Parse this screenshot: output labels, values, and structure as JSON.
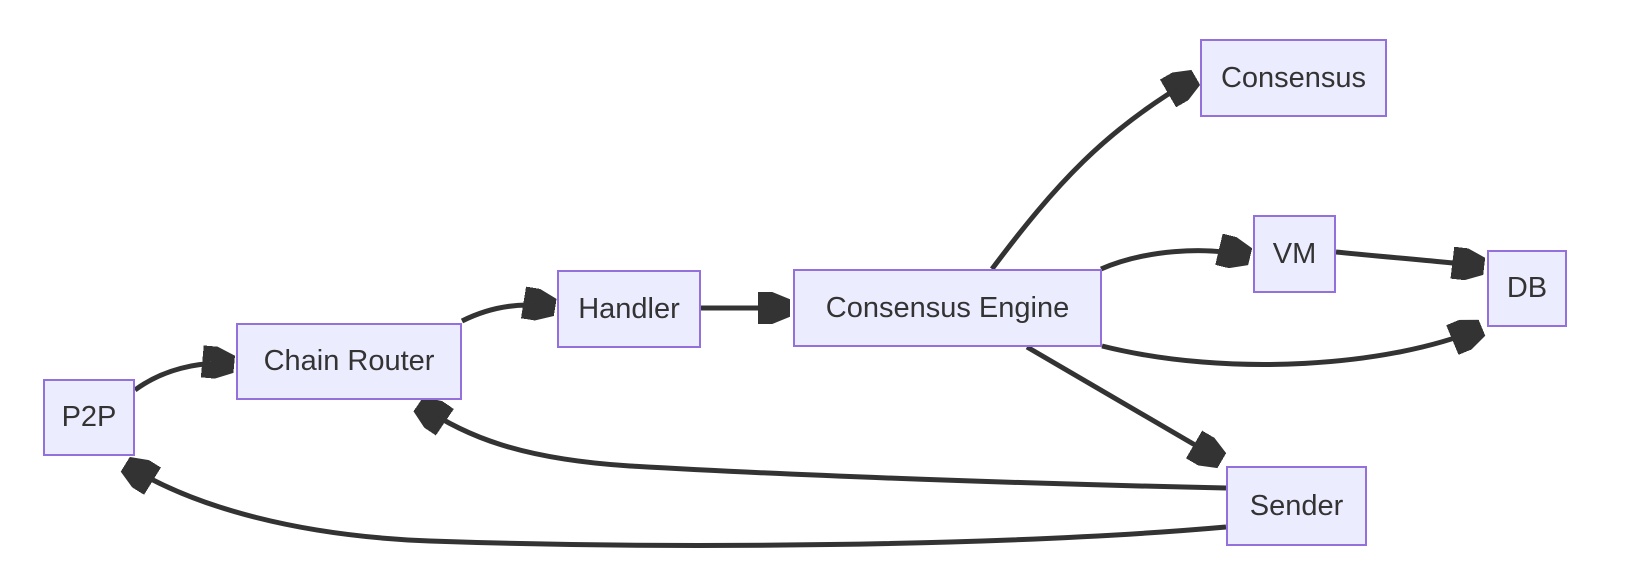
{
  "diagram": {
    "type": "flowchart",
    "colors": {
      "background": "#FFFFFF",
      "node_fill": "#ECECFF",
      "node_border": "#9370DB",
      "edge": "#333333",
      "text": "#333333"
    },
    "nodes": [
      {
        "id": "p2p",
        "label": "P2P"
      },
      {
        "id": "chain-router",
        "label": "Chain Router"
      },
      {
        "id": "handler",
        "label": "Handler"
      },
      {
        "id": "consensus-engine",
        "label": "Consensus Engine"
      },
      {
        "id": "consensus",
        "label": "Consensus"
      },
      {
        "id": "vm",
        "label": "VM"
      },
      {
        "id": "db",
        "label": "DB"
      },
      {
        "id": "sender",
        "label": "Sender"
      }
    ],
    "edges": [
      {
        "from": "p2p",
        "to": "chain-router"
      },
      {
        "from": "chain-router",
        "to": "handler"
      },
      {
        "from": "handler",
        "to": "consensus-engine"
      },
      {
        "from": "consensus-engine",
        "to": "consensus"
      },
      {
        "from": "consensus-engine",
        "to": "vm"
      },
      {
        "from": "vm",
        "to": "db"
      },
      {
        "from": "consensus-engine",
        "to": "db"
      },
      {
        "from": "consensus-engine",
        "to": "sender"
      },
      {
        "from": "sender",
        "to": "chain-router"
      },
      {
        "from": "sender",
        "to": "p2p"
      }
    ]
  }
}
